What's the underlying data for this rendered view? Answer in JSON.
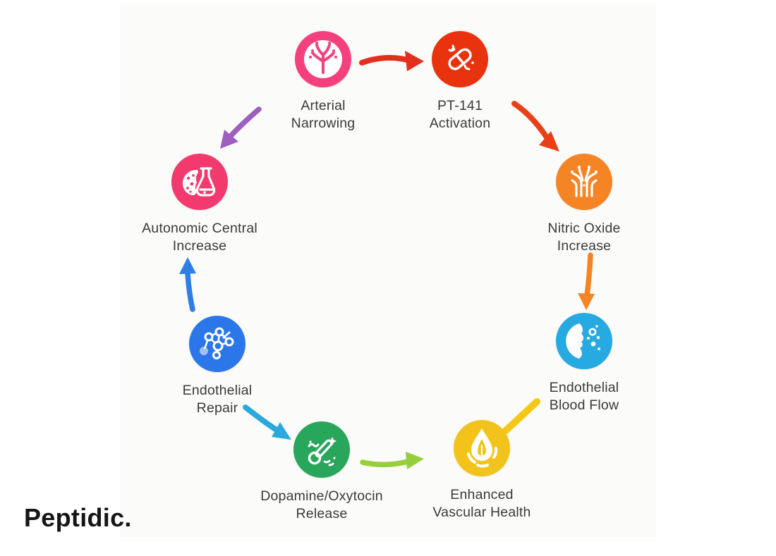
{
  "background": {
    "page_color": "#ffffff",
    "panel_color": "#fbfbf9"
  },
  "brand": {
    "logo_text": "Peptidic."
  },
  "diagram": {
    "type": "cycle-infographic",
    "nodes": [
      {
        "id": "arterial-narrowing",
        "label": "Arterial\nNarrowing",
        "color": "#F4417D",
        "icon": "tree-icon"
      },
      {
        "id": "pt-141-activation",
        "label": "PT-141\nActivation",
        "color": "#E9330E",
        "icon": "peptide-vial-icon"
      },
      {
        "id": "nitric-oxide-increase",
        "label": "Nitric Oxide\nIncrease",
        "color": "#F58424",
        "icon": "fountain-icon"
      },
      {
        "id": "endothelial-blood-flow",
        "label": "Endothelial\nBlood Flow",
        "color": "#27A9E1",
        "icon": "face-molecules-icon"
      },
      {
        "id": "enhanced-vascular-health",
        "label": "Enhanced\nVascular Health",
        "color": "#F2C31B",
        "icon": "droplet-leaf-icon"
      },
      {
        "id": "dopamine-oxytocin-release",
        "label": "Dopamine/Oxytocin\nRelease",
        "color": "#28A65B",
        "icon": "molecule-wave-icon"
      },
      {
        "id": "endothelial-repair",
        "label": "Endothelial\nRepair",
        "color": "#2B77E9",
        "icon": "network-icon"
      },
      {
        "id": "autonomic-central-increase",
        "label": "Autonomic Central\nIncrease",
        "color": "#F23A6E",
        "icon": "brain-flask-icon"
      }
    ],
    "arrows": [
      {
        "id": "narrowing-to-pt141",
        "color": "#E2301C"
      },
      {
        "id": "pt141-to-nitric",
        "color": "#E84119"
      },
      {
        "id": "nitric-to-bloodflow",
        "color": "#F58424"
      },
      {
        "id": "bloodflow-to-vascular",
        "color": "#F5C816"
      },
      {
        "id": "dopamine-to-vascular",
        "color": "#97CE3C"
      },
      {
        "id": "repair-to-dopamine",
        "color": "#2BA8DC"
      },
      {
        "id": "repair-to-autonomic",
        "color": "#2F7EE8"
      },
      {
        "id": "narrowing-to-autonomic",
        "color": "#9C5FC0"
      }
    ]
  }
}
